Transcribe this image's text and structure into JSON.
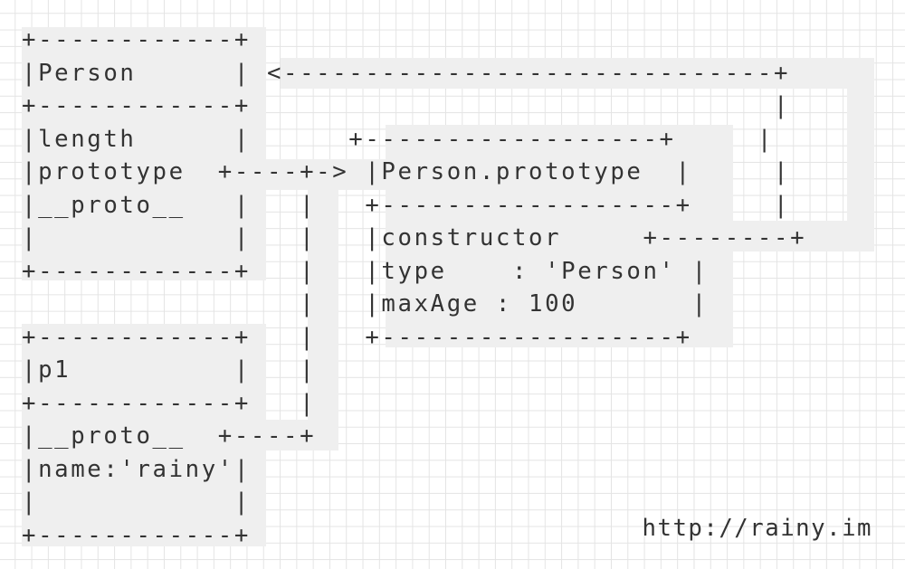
{
  "diagram": {
    "lines": [
      "+------------+",
      "|Person      | <------------------------------+",
      "+------------+                                |",
      "|length      |      +------------------+     |",
      "|prototype  +----+-> |Person.prototype  |     |",
      "|__proto__   |   |   +------------------+     |",
      "|            |   |   |constructor     +--------+",
      "+------------+   |   |type    : 'Person' |",
      "                 |   |maxAge : 100       |",
      "+------------+   |   +------------------+",
      "|p1          |   |",
      "+------------+   |",
      "|__proto__  +----+",
      "|name:'rainy'|",
      "|            |",
      "+------------+"
    ],
    "url": "http://rainy.im"
  }
}
